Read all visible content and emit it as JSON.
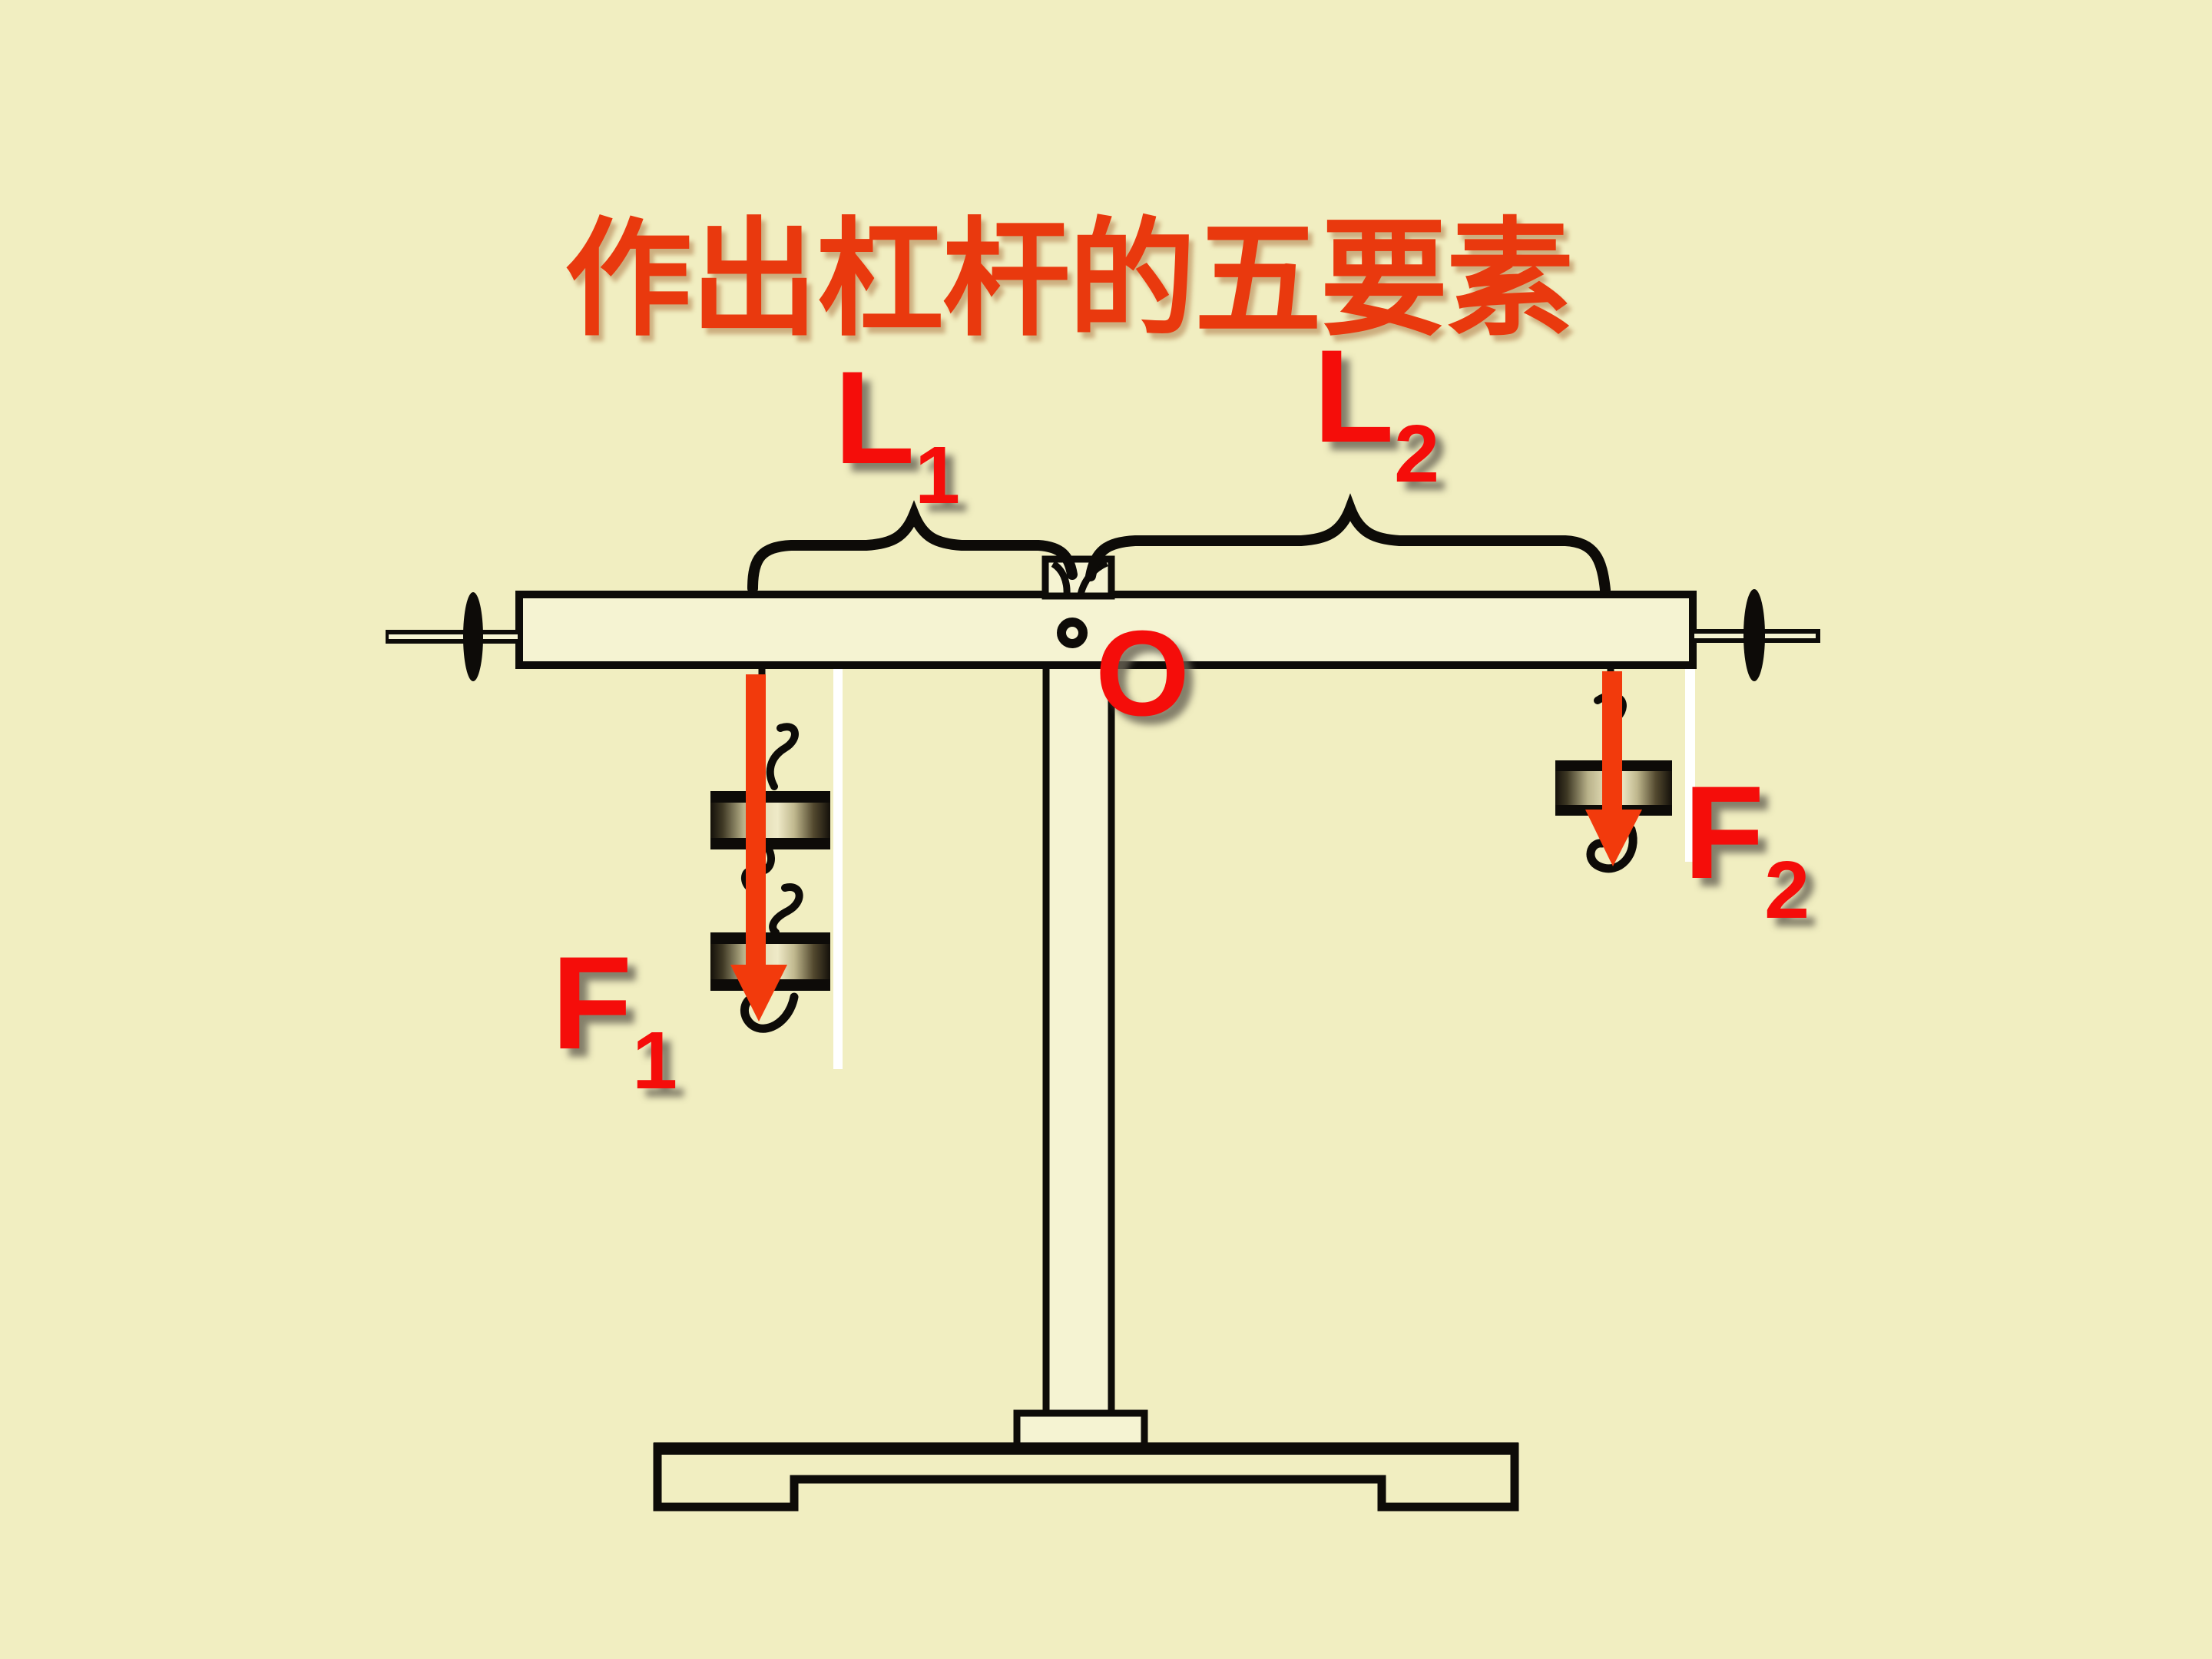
{
  "slide": {
    "title": "作出杠杆的五要素"
  },
  "diagram": {
    "lever_arm_left": {
      "symbol": "L",
      "subscript": "1"
    },
    "lever_arm_right": {
      "symbol": "L",
      "subscript": "2"
    },
    "fulcrum": {
      "symbol": "O"
    },
    "force_left": {
      "symbol": "F",
      "subscript": "1"
    },
    "force_right": {
      "symbol": "F",
      "subscript": "2"
    }
  },
  "icons": {
    "force_left_arrow": "down-arrow",
    "force_right_arrow": "down-arrow",
    "left_brace": "curly-brace-up",
    "right_brace": "curly-brace-up"
  },
  "colors": {
    "background": "#F1EEC1",
    "beam_fill": "#F5F3D2",
    "line_black": "#0D0B08",
    "title_red": "#E9390E",
    "label_red": "#F50D0A",
    "arrow_red": "#F23A0C",
    "white_highlight": "#FFFFFF"
  }
}
